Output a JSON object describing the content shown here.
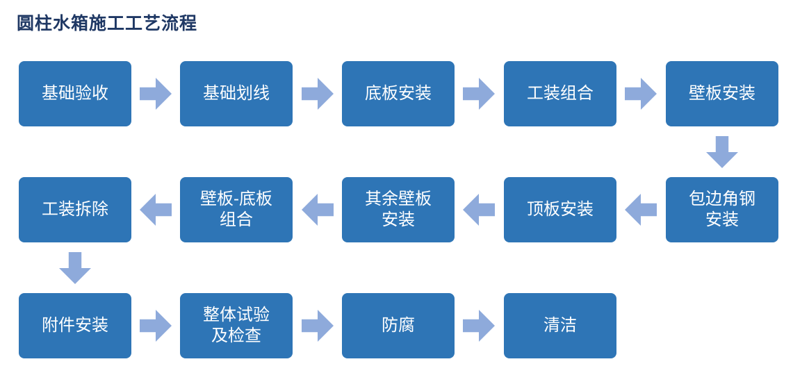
{
  "title": "圆柱水箱施工工艺流程",
  "colors": {
    "box_fill": "#2E75B6",
    "box_text": "#FFFFFF",
    "arrow_fill": "#8EAADB",
    "title_text": "#1F3864",
    "background": "#FFFFFF"
  },
  "rows": [
    {
      "flow_direction": "left-to-right",
      "nodes": [
        {
          "label": "基础验收"
        },
        {
          "label": "基础划线"
        },
        {
          "label": "底板安装"
        },
        {
          "label": "工装组合"
        },
        {
          "label": "壁板安装"
        }
      ]
    },
    {
      "flow_direction": "right-to-left",
      "nodes": [
        {
          "label": "工装拆除"
        },
        {
          "label": "壁板-底板\n组合"
        },
        {
          "label": "其余壁板\n安装"
        },
        {
          "label": "顶板安装"
        },
        {
          "label": "包边角钢\n安装"
        }
      ]
    },
    {
      "flow_direction": "left-to-right",
      "nodes": [
        {
          "label": "附件安装"
        },
        {
          "label": "整体试验\n及检查"
        },
        {
          "label": "防腐"
        },
        {
          "label": "清洁"
        }
      ]
    }
  ],
  "connectors": {
    "row1_to_row2": "down",
    "row2_to_row3": "down"
  }
}
